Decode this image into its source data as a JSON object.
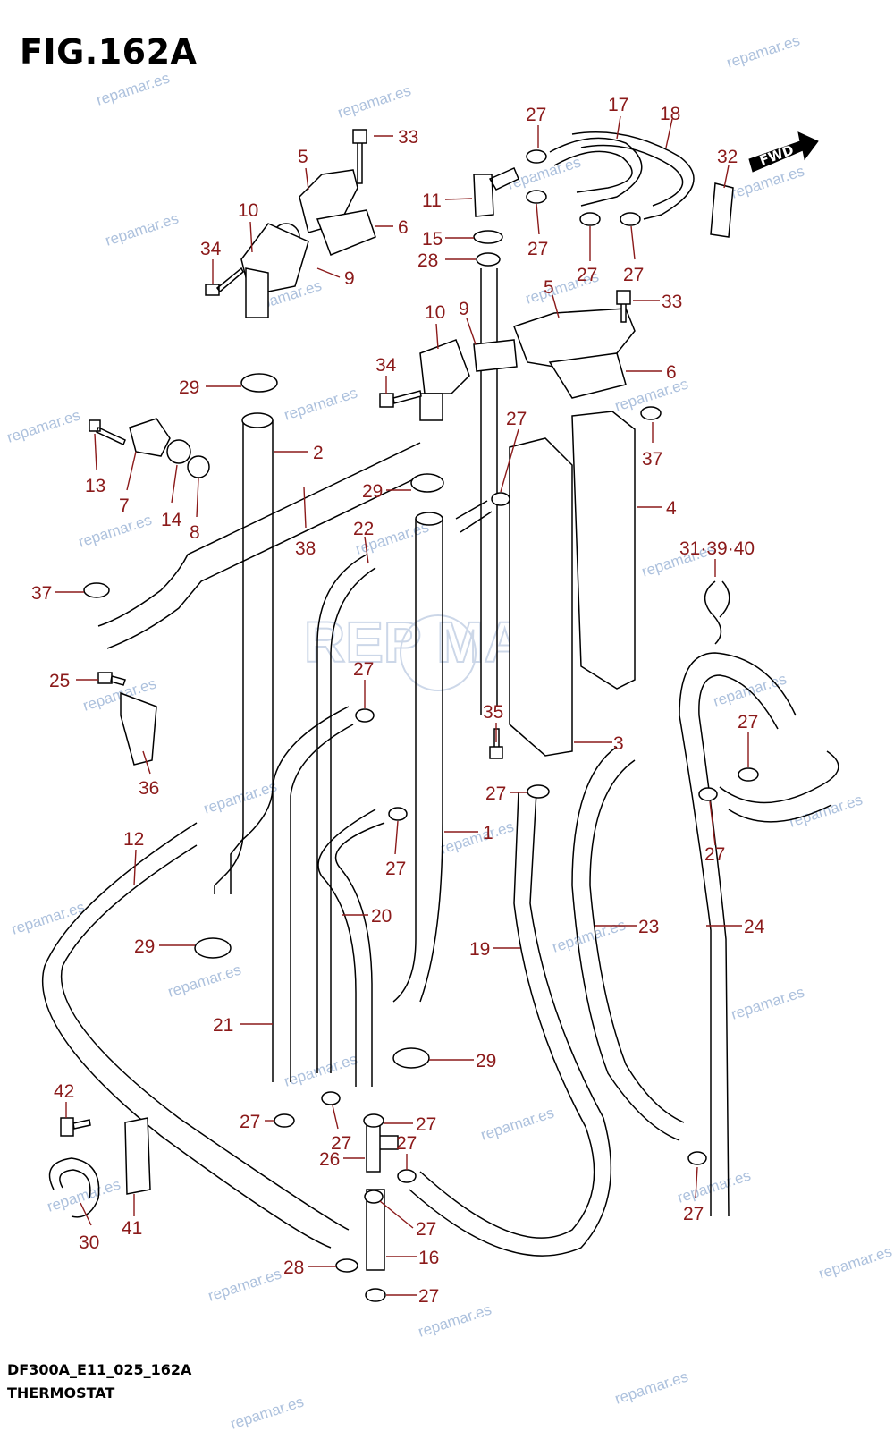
{
  "figure": {
    "title": "FIG.162A",
    "model_code": "DF300A_E11_025_162A",
    "subtitle": "THERMOSTAT",
    "fwd_label": "FWD",
    "watermark_text": "repamar.es",
    "logo_text": "REP MAR"
  },
  "callouts": [
    {
      "id": "c33a",
      "label": "33"
    },
    {
      "id": "c5a",
      "label": "5"
    },
    {
      "id": "c10a",
      "label": "10"
    },
    {
      "id": "c6a",
      "label": "6"
    },
    {
      "id": "c34a",
      "label": "34"
    },
    {
      "id": "c9a",
      "label": "9"
    },
    {
      "id": "c29a",
      "label": "29"
    },
    {
      "id": "c27a",
      "label": "27"
    },
    {
      "id": "c17",
      "label": "17"
    },
    {
      "id": "c18",
      "label": "18"
    },
    {
      "id": "c32",
      "label": "32"
    },
    {
      "id": "c11",
      "label": "11"
    },
    {
      "id": "c15",
      "label": "15"
    },
    {
      "id": "c28a",
      "label": "28"
    },
    {
      "id": "c27b",
      "label": "27"
    },
    {
      "id": "c27c",
      "label": "27"
    },
    {
      "id": "c27d",
      "label": "27"
    },
    {
      "id": "c5b",
      "label": "5"
    },
    {
      "id": "c33b",
      "label": "33"
    },
    {
      "id": "c10b",
      "label": "10"
    },
    {
      "id": "c9b",
      "label": "9"
    },
    {
      "id": "c34b",
      "label": "34"
    },
    {
      "id": "c6b",
      "label": "6"
    },
    {
      "id": "c2",
      "label": "2"
    },
    {
      "id": "c13",
      "label": "13"
    },
    {
      "id": "c7",
      "label": "7"
    },
    {
      "id": "c14",
      "label": "14"
    },
    {
      "id": "c8",
      "label": "8"
    },
    {
      "id": "c27e",
      "label": "27"
    },
    {
      "id": "c37a",
      "label": "37"
    },
    {
      "id": "c29b",
      "label": "29"
    },
    {
      "id": "c4",
      "label": "4"
    },
    {
      "id": "c38",
      "label": "38"
    },
    {
      "id": "c22",
      "label": "22"
    },
    {
      "id": "c313940",
      "label": "31·39·40"
    },
    {
      "id": "c37b",
      "label": "37"
    },
    {
      "id": "c25",
      "label": "25"
    },
    {
      "id": "c27f",
      "label": "27"
    },
    {
      "id": "c36",
      "label": "36"
    },
    {
      "id": "c35",
      "label": "35"
    },
    {
      "id": "c3",
      "label": "3"
    },
    {
      "id": "c27g",
      "label": "27"
    },
    {
      "id": "c27h",
      "label": "27"
    },
    {
      "id": "c1",
      "label": "1"
    },
    {
      "id": "c27i",
      "label": "27"
    },
    {
      "id": "c12",
      "label": "12"
    },
    {
      "id": "c27j",
      "label": "27"
    },
    {
      "id": "c20",
      "label": "20"
    },
    {
      "id": "c29c",
      "label": "29"
    },
    {
      "id": "c19",
      "label": "19"
    },
    {
      "id": "c23",
      "label": "23"
    },
    {
      "id": "c24",
      "label": "24"
    },
    {
      "id": "c21",
      "label": "21"
    },
    {
      "id": "c29d",
      "label": "29"
    },
    {
      "id": "c42",
      "label": "42"
    },
    {
      "id": "c27k",
      "label": "27"
    },
    {
      "id": "c27l",
      "label": "27"
    },
    {
      "id": "c27m",
      "label": "27"
    },
    {
      "id": "c26",
      "label": "26"
    },
    {
      "id": "c27n",
      "label": "27"
    },
    {
      "id": "c27o",
      "label": "27"
    },
    {
      "id": "c41",
      "label": "41"
    },
    {
      "id": "c30",
      "label": "30"
    },
    {
      "id": "c28b",
      "label": "28"
    },
    {
      "id": "c16",
      "label": "16"
    },
    {
      "id": "c27p",
      "label": "27"
    },
    {
      "id": "c27q",
      "label": "27"
    }
  ]
}
